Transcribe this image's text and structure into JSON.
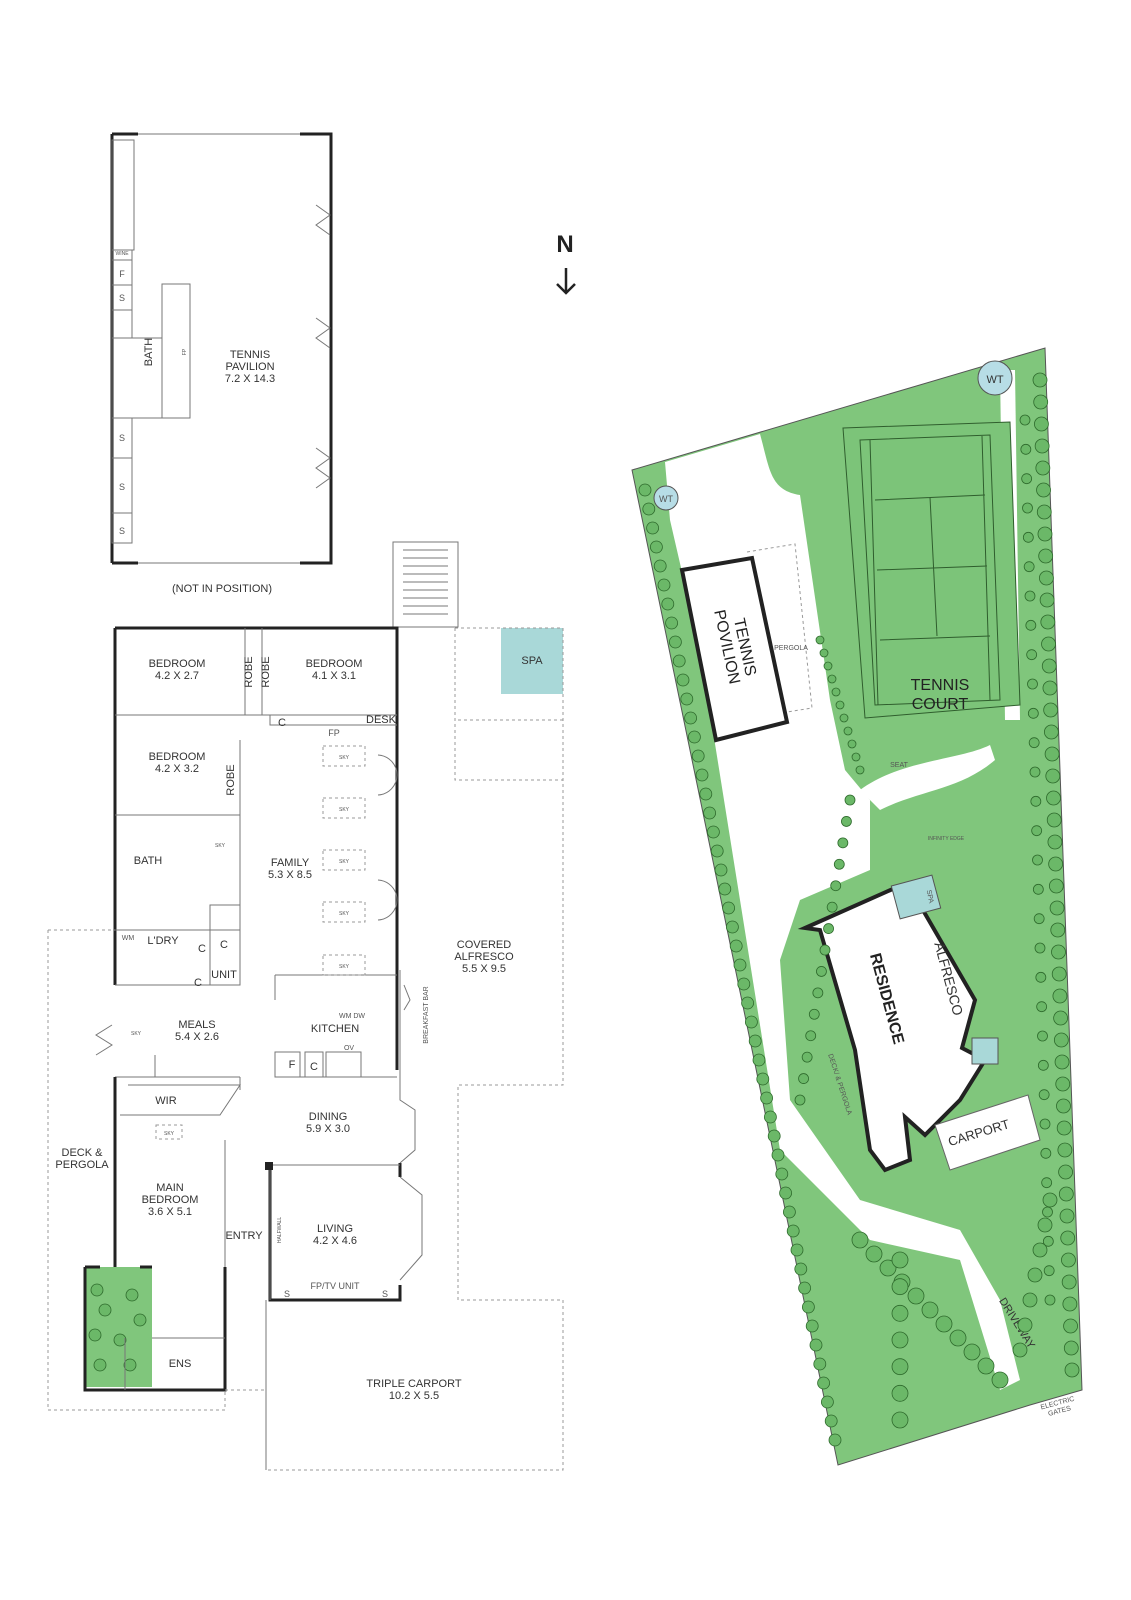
{
  "compass": {
    "letter": "N"
  },
  "pavilion_plan": {
    "room": {
      "name": "TENNIS",
      "name2": "PAVILION",
      "size": "7.2 X 14.3"
    },
    "bath": "BATH",
    "fixtures": {
      "wine": "WINE",
      "fridge": "F",
      "storage": "S",
      "fp": "FP"
    },
    "note": "(NOT IN POSITION)"
  },
  "house_plan": {
    "rooms": [
      {
        "name": "BEDROOM",
        "size": "4.2 X 2.7"
      },
      {
        "name": "BEDROOM",
        "size": "4.1 X 3.1"
      },
      {
        "name": "BEDROOM",
        "size": "4.2 X 3.2"
      },
      {
        "name": "FAMILY",
        "size": "5.3 X 8.5"
      },
      {
        "name": "COVERED",
        "name2": "ALFRESCO",
        "size": "5.5 X 9.5"
      },
      {
        "name": "MEALS",
        "size": "5.4 X 2.6"
      },
      {
        "name": "KITCHEN",
        "size": ""
      },
      {
        "name": "DINING",
        "size": "5.9 X 3.0"
      },
      {
        "name": "LIVING",
        "size": "4.2 X 4.6"
      },
      {
        "name": "MAIN",
        "name2": "BEDROOM",
        "size": "3.6 X 5.1"
      },
      {
        "name": "TRIPLE CARPORT",
        "size": "10.2 X 5.5"
      },
      {
        "name": "DECK &",
        "name2": "PERGOLA",
        "size": ""
      }
    ],
    "labels": {
      "robe": "ROBE",
      "bath": "BATH",
      "laundry": "L'DRY",
      "wm": "WM",
      "c": "C",
      "unit": "UNIT",
      "desk": "DESK",
      "fp": "FP",
      "sky": "SKY",
      "spa": "SPA",
      "breakfast_bar": "BREAKFAST BAR",
      "wm_dw": "WM DW",
      "ov": "OV",
      "f": "F",
      "wir": "WIR",
      "entry": "ENTRY",
      "ens": "ENS",
      "halfwall": "HALFWALL",
      "fp_tv": "FP/TV UNIT",
      "s": "S"
    }
  },
  "site_plan": {
    "labels": {
      "wt": "WT",
      "tennis_pavilion_1": "TENNIS",
      "tennis_pavilion_2": "POVILION",
      "pergola": "PERGOLA",
      "tennis_court_1": "TENNIS",
      "tennis_court_2": "COURT",
      "seat": "SEAT",
      "infinity_edge": "INFINITY EDGE",
      "spa": "SPA",
      "residence": "RESIDENCE",
      "alfresco": "ALFRESCO",
      "deck_pergola": "DECK/ & PERGOLA",
      "carport": "CARPORT",
      "driveway": "DRIVEWAY",
      "electric_gates_1": "ELECTRIC",
      "electric_gates_2": "GATES"
    },
    "colors": {
      "lawn": "#80c67c",
      "spa": "#a9d8d8",
      "wall": "#222222"
    }
  }
}
